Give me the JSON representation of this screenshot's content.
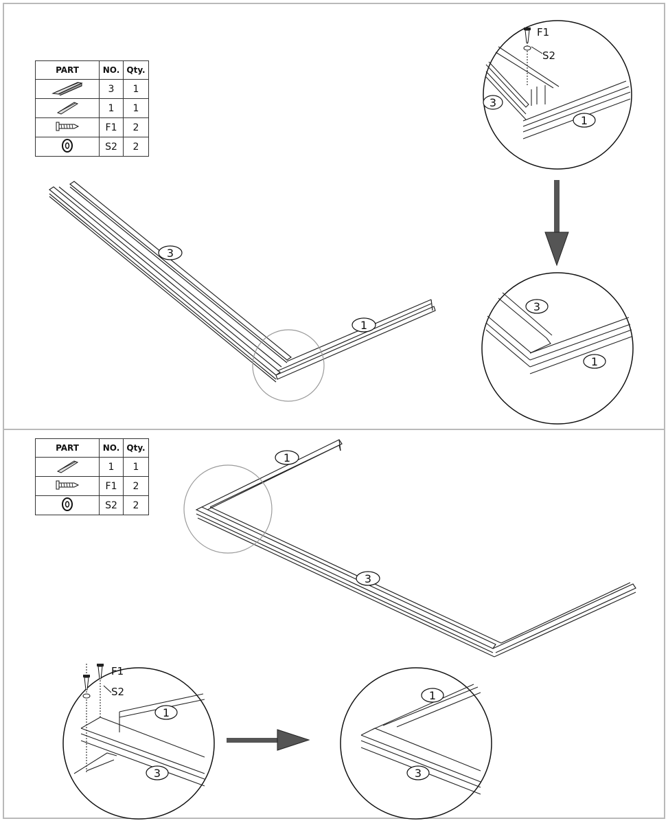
{
  "table_headers": {
    "part": "PART",
    "no": "NO.",
    "qty": "Qty."
  },
  "step1": {
    "parts": [
      {
        "icon": "long-rail-part-icon",
        "no": "3",
        "qty": "1"
      },
      {
        "icon": "short-rail-part-icon",
        "no": "1",
        "qty": "1"
      },
      {
        "icon": "screw-part-icon",
        "no": "F1",
        "qty": "2"
      },
      {
        "icon": "washer-part-icon",
        "no": "S2",
        "qty": "2"
      }
    ],
    "labels": {
      "rail_long": "3",
      "rail_short": "1"
    },
    "detail_before": {
      "screw": "F1",
      "washer": "S2",
      "rail_a": "3",
      "rail_b": "1"
    },
    "detail_after": {
      "rail_a": "3",
      "rail_b": "1"
    }
  },
  "step2": {
    "parts": [
      {
        "icon": "short-rail-part-icon",
        "no": "1",
        "qty": "1"
      },
      {
        "icon": "screw-part-icon",
        "no": "F1",
        "qty": "2"
      },
      {
        "icon": "washer-part-icon",
        "no": "S2",
        "qty": "2"
      }
    ],
    "labels": {
      "rail_short": "1",
      "rail_long": "3"
    },
    "detail_before": {
      "screw": "F1",
      "washer": "S2",
      "rail_a": "1",
      "rail_b": "3"
    },
    "detail_after": {
      "rail_a": "1",
      "rail_b": "3"
    }
  },
  "colors": {
    "arrow": "#555555",
    "line": "#222222",
    "circle": "#9a9a9a"
  }
}
